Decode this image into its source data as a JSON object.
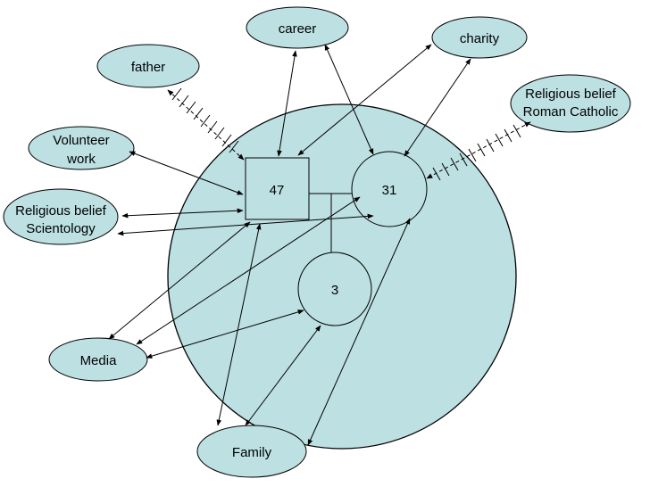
{
  "nodes": {
    "career": "career",
    "charity": "charity",
    "father": "father",
    "religious_rc_line1": "Religious belief",
    "religious_rc_line2": "Roman Catholic",
    "volunteer_line1": "Volunteer",
    "volunteer_line2": "work",
    "religious_sci_line1": "Religious belief",
    "religious_sci_line2": "Scientology",
    "media": "Media",
    "family": "Family",
    "person_47": "47",
    "person_31": "31",
    "person_3": "3"
  },
  "colors": {
    "fill": "#bde0e2",
    "stroke": "#000000",
    "background": "#ffffff"
  }
}
